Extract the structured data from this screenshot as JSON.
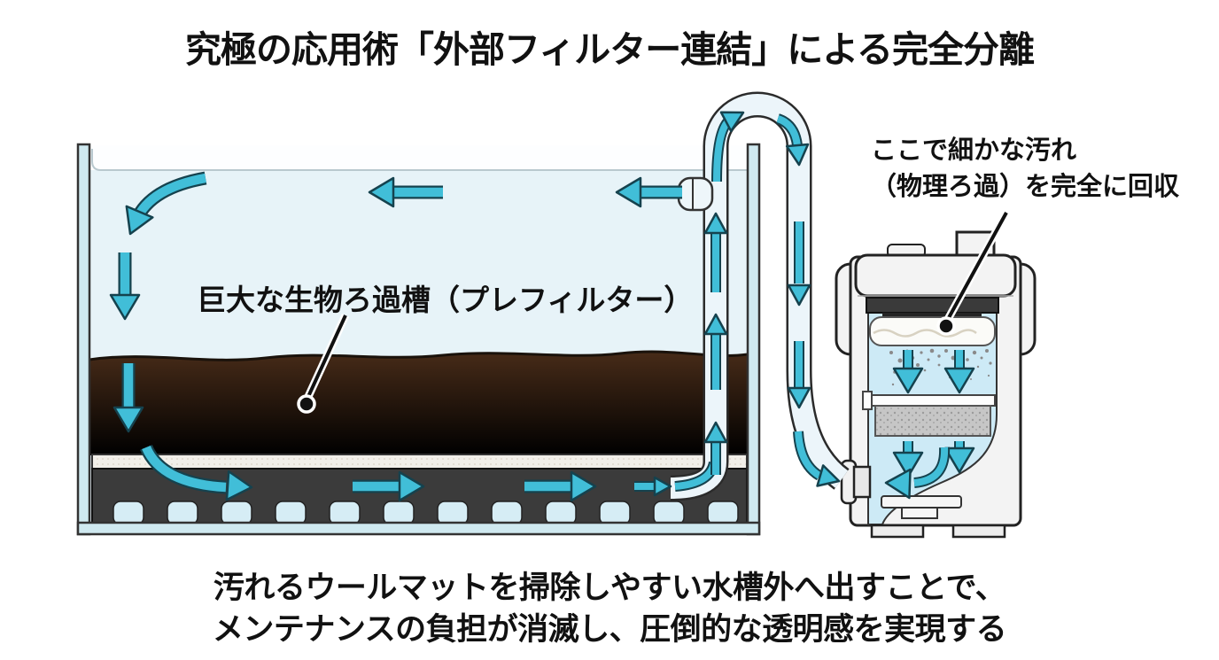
{
  "title": "究極の応用術「外部フィルター連結」による完全分離",
  "tank": {
    "label": "巨大な生物ろ過槽（プレフィルター）"
  },
  "filter": {
    "label_line1": "ここで細かな汚れ",
    "label_line2": "（物理ろ過）を完全に回収"
  },
  "caption": {
    "line1": "汚れるウールマットを掃除しやすい水槽外へ出すことで、",
    "line2": "メンテナンスの負担が消滅し、圧倒的な透明感を実現する"
  },
  "colors": {
    "arrow_fill": "#41bed8",
    "arrow_outline": "#15424e",
    "water": "#e7f3f8",
    "glass_wall": "#cfe9f0",
    "substrate_brown": "#5a3a22",
    "plate_dark": "#3b3b3b",
    "pipe_fill": "#ecf5fa",
    "wool_mat": "#f1efe9",
    "sponge_gray": "#c6c6c6",
    "text": "#111111"
  }
}
